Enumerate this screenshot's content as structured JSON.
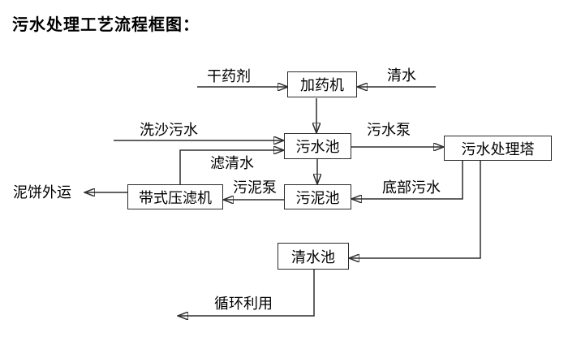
{
  "title": "污水处理工艺流程框图：",
  "diagram": {
    "type": "flowchart",
    "nodes": [
      {
        "id": "dosing-machine",
        "label": "加药机"
      },
      {
        "id": "sewage-pool",
        "label": "污水池"
      },
      {
        "id": "treatment-tower",
        "label": "污水处理塔"
      },
      {
        "id": "sludge-pool",
        "label": "污泥池"
      },
      {
        "id": "belt-filter-press",
        "label": "带式压滤机"
      },
      {
        "id": "clean-water-pool",
        "label": "清水池"
      }
    ],
    "edges": [
      {
        "from": "dry-agent-source",
        "to": "dosing-machine",
        "label": "干药剂"
      },
      {
        "from": "clean-water-source",
        "to": "dosing-machine",
        "label": "清水"
      },
      {
        "from": "dosing-machine",
        "to": "sewage-pool",
        "label": ""
      },
      {
        "from": "sand-washing-source",
        "to": "sewage-pool",
        "label": "洗沙污水"
      },
      {
        "from": "belt-filter-press",
        "to": "sewage-pool",
        "label": "滤清水"
      },
      {
        "from": "sewage-pool",
        "to": "treatment-tower",
        "label": "污水泵"
      },
      {
        "from": "sewage-pool",
        "to": "sludge-pool",
        "label": ""
      },
      {
        "from": "treatment-tower",
        "to": "sludge-pool",
        "label": "底部污水"
      },
      {
        "from": "sludge-pool",
        "to": "belt-filter-press",
        "label": "污泥泵"
      },
      {
        "from": "belt-filter-press",
        "to": "offsite",
        "label": "泥饼外运"
      },
      {
        "from": "treatment-tower",
        "to": "clean-water-pool",
        "label": ""
      },
      {
        "from": "clean-water-pool",
        "to": "reuse",
        "label": "循环利用"
      }
    ]
  }
}
